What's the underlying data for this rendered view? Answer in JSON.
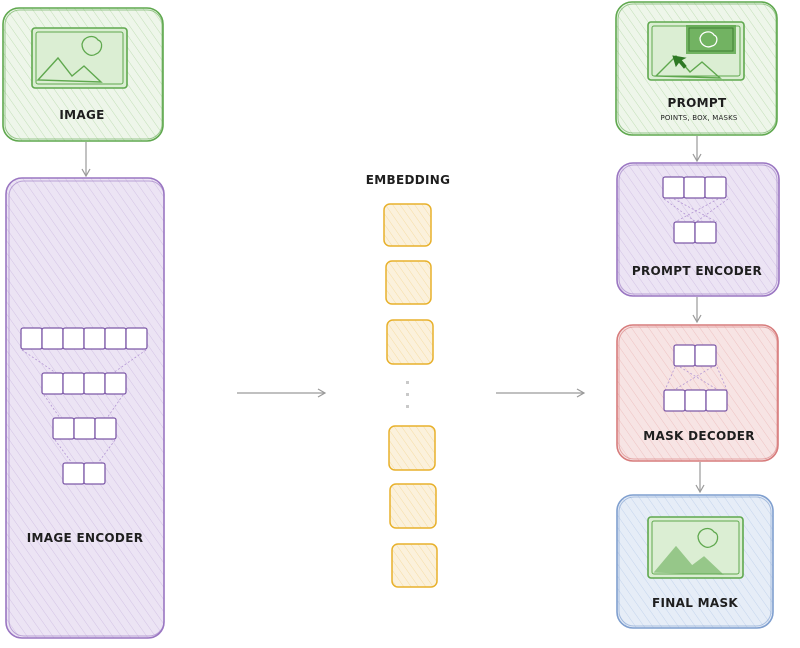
{
  "labels": {
    "image": "IMAGE",
    "image_encoder": "IMAGE ENCODER",
    "embedding": "EMBEDDING",
    "prompt": "PROMPT",
    "prompt_sub": "POINTS, BOX, MASKS",
    "prompt_encoder": "PROMPT ENCODER",
    "mask_decoder": "MASK DECODER",
    "final_mask": "FINAL MASK"
  },
  "colors": {
    "green_stroke": "#5fa84e",
    "green_fill": "#eef6ea",
    "purple_stroke": "#9a76c2",
    "purple_fill": "#ece4f4",
    "red_stroke": "#d77c7c",
    "red_fill": "#f7e4e4",
    "blue_stroke": "#7f9fcf",
    "blue_fill": "#e6edf7",
    "orange_stroke": "#e8b12c",
    "orange_fill": "#fbf1dc",
    "arrow": "#9a9a9a",
    "text": "#1e1e1e"
  },
  "icons": [
    "image-icon",
    "image-icon",
    "image-icon",
    "cursor-icon",
    "ellipsis-icon"
  ]
}
